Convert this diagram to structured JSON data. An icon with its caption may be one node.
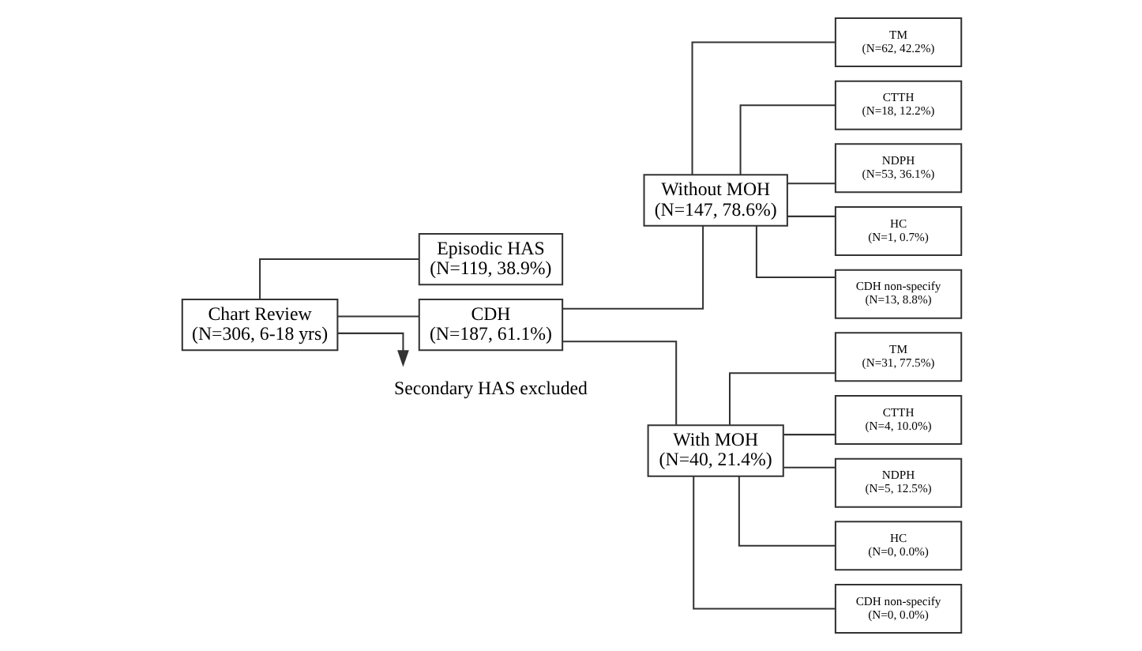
{
  "diagram": {
    "nodes": [
      {
        "text": [
          "Chart Review",
          "(N=306, 6-18 yrs)"
        ]
      },
      {
        "text": [
          "Episodic HAS",
          "(N=119, 38.9%)"
        ]
      },
      {
        "text": [
          "CDH",
          "(N=187, 61.1%)"
        ]
      },
      {
        "text": [
          "Secondary HAS excluded"
        ]
      },
      {
        "text": [
          "Without MOH",
          "(N=147, 78.6%)"
        ]
      },
      {
        "text": [
          "With MOH",
          "(N=40, 21.4%)"
        ]
      },
      {
        "text": [
          "TM",
          "(N=62, 42.2%)"
        ]
      },
      {
        "text": [
          "CTTH",
          "(N=18, 12.2%)"
        ]
      },
      {
        "text": [
          "NDPH",
          "(N=53, 36.1%)"
        ]
      },
      {
        "text": [
          "HC",
          "(N=1, 0.7%)"
        ]
      },
      {
        "text": [
          "CDH non-specify",
          "(N=13, 8.8%)"
        ]
      },
      {
        "text": [
          "TM",
          "(N=31, 77.5%)"
        ]
      },
      {
        "text": [
          "CTTH",
          "(N=4, 10.0%)"
        ]
      },
      {
        "text": [
          "NDPH",
          "(N=5, 12.5%)"
        ]
      },
      {
        "text": [
          "HC",
          "(N=0, 0.0%)"
        ]
      },
      {
        "text": [
          "CDH non-specify",
          "(N=0, 0.0%)"
        ]
      }
    ],
    "edges": [
      {
        "from": 0,
        "to": 1,
        "arrow": "none"
      },
      {
        "from": 0,
        "to": 2,
        "arrow": "none"
      },
      {
        "from": 0,
        "to": 3,
        "arrow": "to"
      },
      {
        "from": 2,
        "to": 4,
        "arrow": "none"
      },
      {
        "from": 2,
        "to": 5,
        "arrow": "none"
      },
      {
        "from": 4,
        "to": 6,
        "arrow": "none"
      },
      {
        "from": 4,
        "to": 7,
        "arrow": "none"
      },
      {
        "from": 4,
        "to": 8,
        "arrow": "none"
      },
      {
        "from": 4,
        "to": 9,
        "arrow": "none"
      },
      {
        "from": 4,
        "to": 10,
        "arrow": "none"
      },
      {
        "from": 5,
        "to": 11,
        "arrow": "none"
      },
      {
        "from": 5,
        "to": 12,
        "arrow": "none"
      },
      {
        "from": 5,
        "to": 13,
        "arrow": "none"
      },
      {
        "from": 5,
        "to": 14,
        "arrow": "none"
      },
      {
        "from": 5,
        "to": 15,
        "arrow": "none"
      }
    ]
  }
}
